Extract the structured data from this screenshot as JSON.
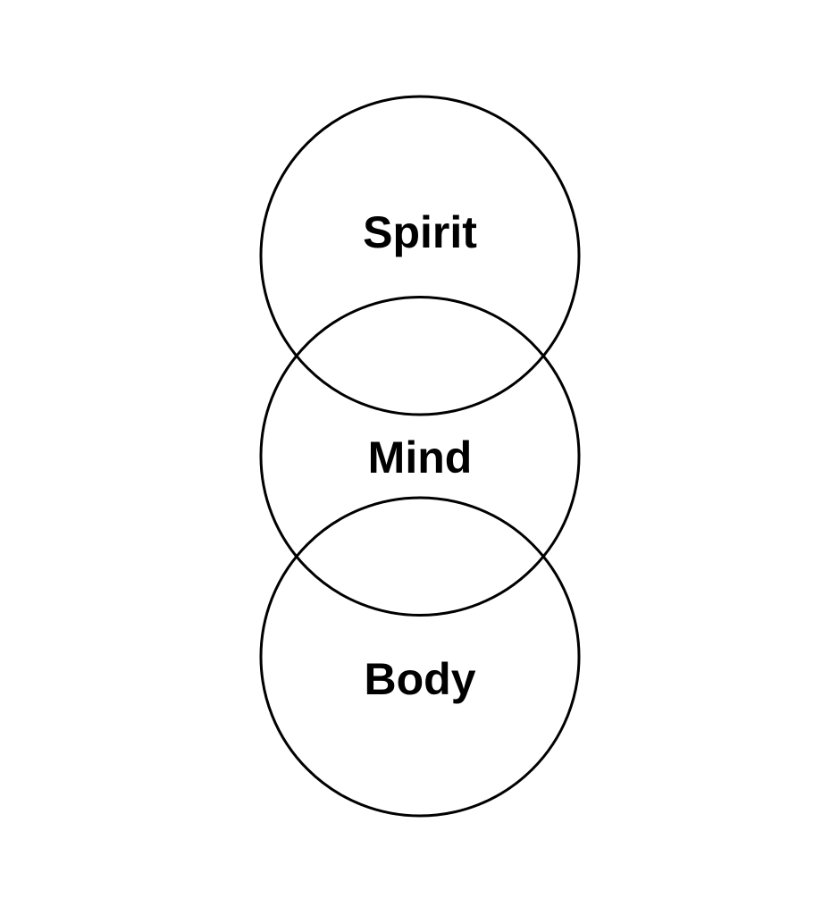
{
  "diagram": {
    "type": "venn-chain",
    "background_color": "#ffffff",
    "stroke_color": "#000000",
    "text_color": "#000000",
    "circles": [
      {
        "label": "Spirit"
      },
      {
        "label": "Mind"
      },
      {
        "label": "Body"
      }
    ]
  }
}
